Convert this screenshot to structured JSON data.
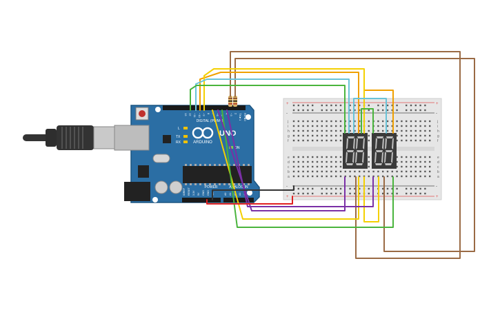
{
  "board": {
    "brand_text": "ARDUINO",
    "model_text": "UNO",
    "digital_label": "DIGITAL (PWM~)",
    "power_label": "POWER",
    "analog_label": "ANALOG IN",
    "aref_label": "AREF",
    "gnd_label": "GND",
    "l_label": "L",
    "tx_label": "TX",
    "rx_label": "RX",
    "on_label": "ON",
    "digital_pins": [
      "13",
      "12",
      "~11",
      "~10",
      "~9",
      "8",
      "7",
      "~6",
      "~5",
      "4",
      "~3",
      "2",
      "TX►1",
      "RX◄0"
    ],
    "power_pins": [
      "IOREF",
      "RESET",
      "3.3V",
      "5V",
      "GND",
      "GND",
      "Vin"
    ],
    "analog_pins": [
      "A0",
      "A1",
      "A2",
      "A3",
      "A4",
      "A5"
    ]
  },
  "breadboard": {
    "row_letters_top": [
      "j",
      "i",
      "h",
      "g",
      "f"
    ],
    "row_letters_bottom": [
      "e",
      "d",
      "c",
      "b",
      "a"
    ],
    "rail_plus": "+",
    "rail_minus": "-"
  },
  "colors": {
    "board_blue": "#2b6ea4",
    "wire_brown": "#9a6a44",
    "wire_orange": "#f0a000",
    "wire_yellow": "#f4d000",
    "wire_green": "#49b43c",
    "wire_lightblue": "#69c3d8",
    "wire_purple": "#7a2fa6",
    "wire_red": "#e02020",
    "wire_black": "#333333",
    "display_dark": "#3a3a3a",
    "segment": "#bfbfbf"
  }
}
